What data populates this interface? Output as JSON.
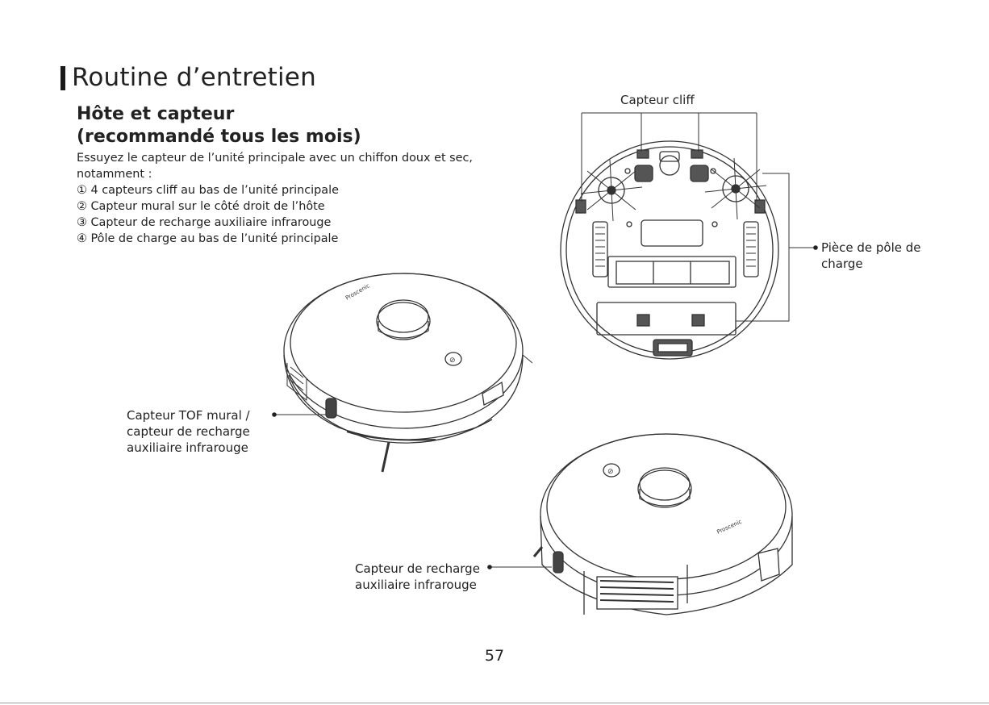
{
  "heading": {
    "title": "Routine d’entretien",
    "subtitle_line1": "Hôte et capteur",
    "subtitle_line2": "(recommandé tous les mois)"
  },
  "description": {
    "lines": [
      "Essuyez le capteur de l’unité principale avec un chiffon doux et sec,",
      "notamment :",
      "① 4 capteurs cliff au bas de l’unité principale",
      "② Capteur mural sur le côté droit de l’hôte",
      "③ Capteur de recharge auxiliaire infrarouge",
      "④ Pôle de charge au bas de l’unité principale"
    ]
  },
  "callouts": {
    "cliff_sensor": "Capteur cliff",
    "pole_part": [
      "Pièce de pôle de",
      "charge"
    ],
    "tof_sensor": [
      "Capteur TOF mural /",
      "capteur de recharge",
      "auxiliaire infrarouge"
    ],
    "ir_sensor": [
      "Capteur de recharge",
      "auxiliaire infrarouge"
    ]
  },
  "page": {
    "number": "57"
  },
  "colors": {
    "ink": "#222222",
    "line": "#333333",
    "fill_dark": "#555555"
  }
}
